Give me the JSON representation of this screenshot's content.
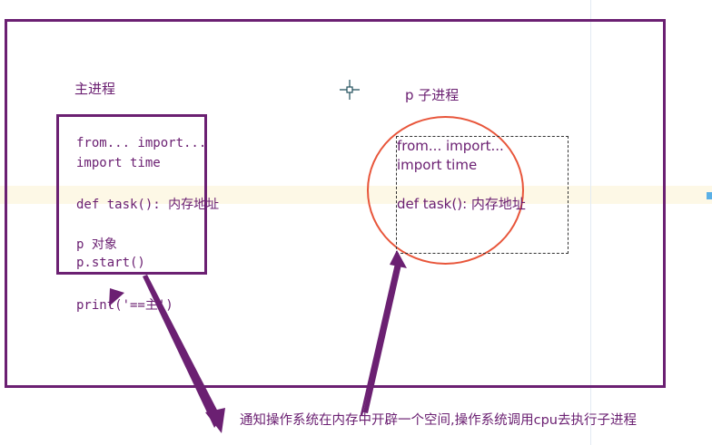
{
  "diagram": {
    "main_process_label": "主进程",
    "child_process_label": "p 子进程",
    "main_code": {
      "line1": "from... import...",
      "line2": "import time",
      "line3": "def task(): 内存地址",
      "line4": "p 对象",
      "line5": "p.start()",
      "line6": "print('==主')"
    },
    "child_code": {
      "line1": "from... import...",
      "line2": "import time",
      "line3": "def task(): 内存地址"
    },
    "caption": "通知操作系统在内存中开辟一个空间,操作系统调用cpu去执行子进程"
  },
  "colors": {
    "frame": "#6b2072",
    "circle": "#e8553a",
    "highlight": "#fdf8e6"
  },
  "icons": {
    "cursor": "crosshair-cursor-icon"
  }
}
